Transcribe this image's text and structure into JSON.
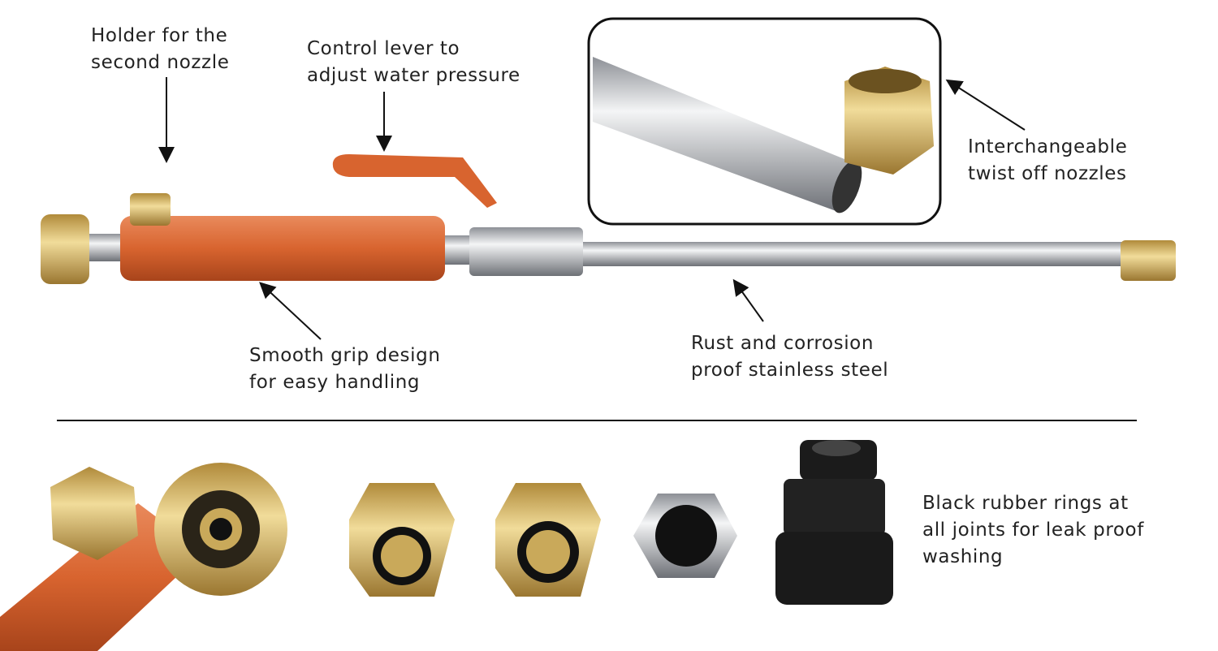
{
  "labels": {
    "holder": [
      "Holder for the",
      "second nozzle"
    ],
    "lever": [
      "Control lever to",
      "adjust water pressure"
    ],
    "nozzles": [
      "Interchangeable",
      "twist off nozzles"
    ],
    "grip": [
      "Smooth grip design",
      "for easy handling"
    ],
    "steel": [
      "Rust and corrosion",
      "proof stainless steel"
    ],
    "rings": [
      "Black rubber rings at",
      "all joints for leak proof",
      "washing"
    ]
  },
  "colors": {
    "grip": "#d8642f",
    "brass": "#d9b866",
    "steel": "#b9bcc0",
    "text": "#222222"
  }
}
